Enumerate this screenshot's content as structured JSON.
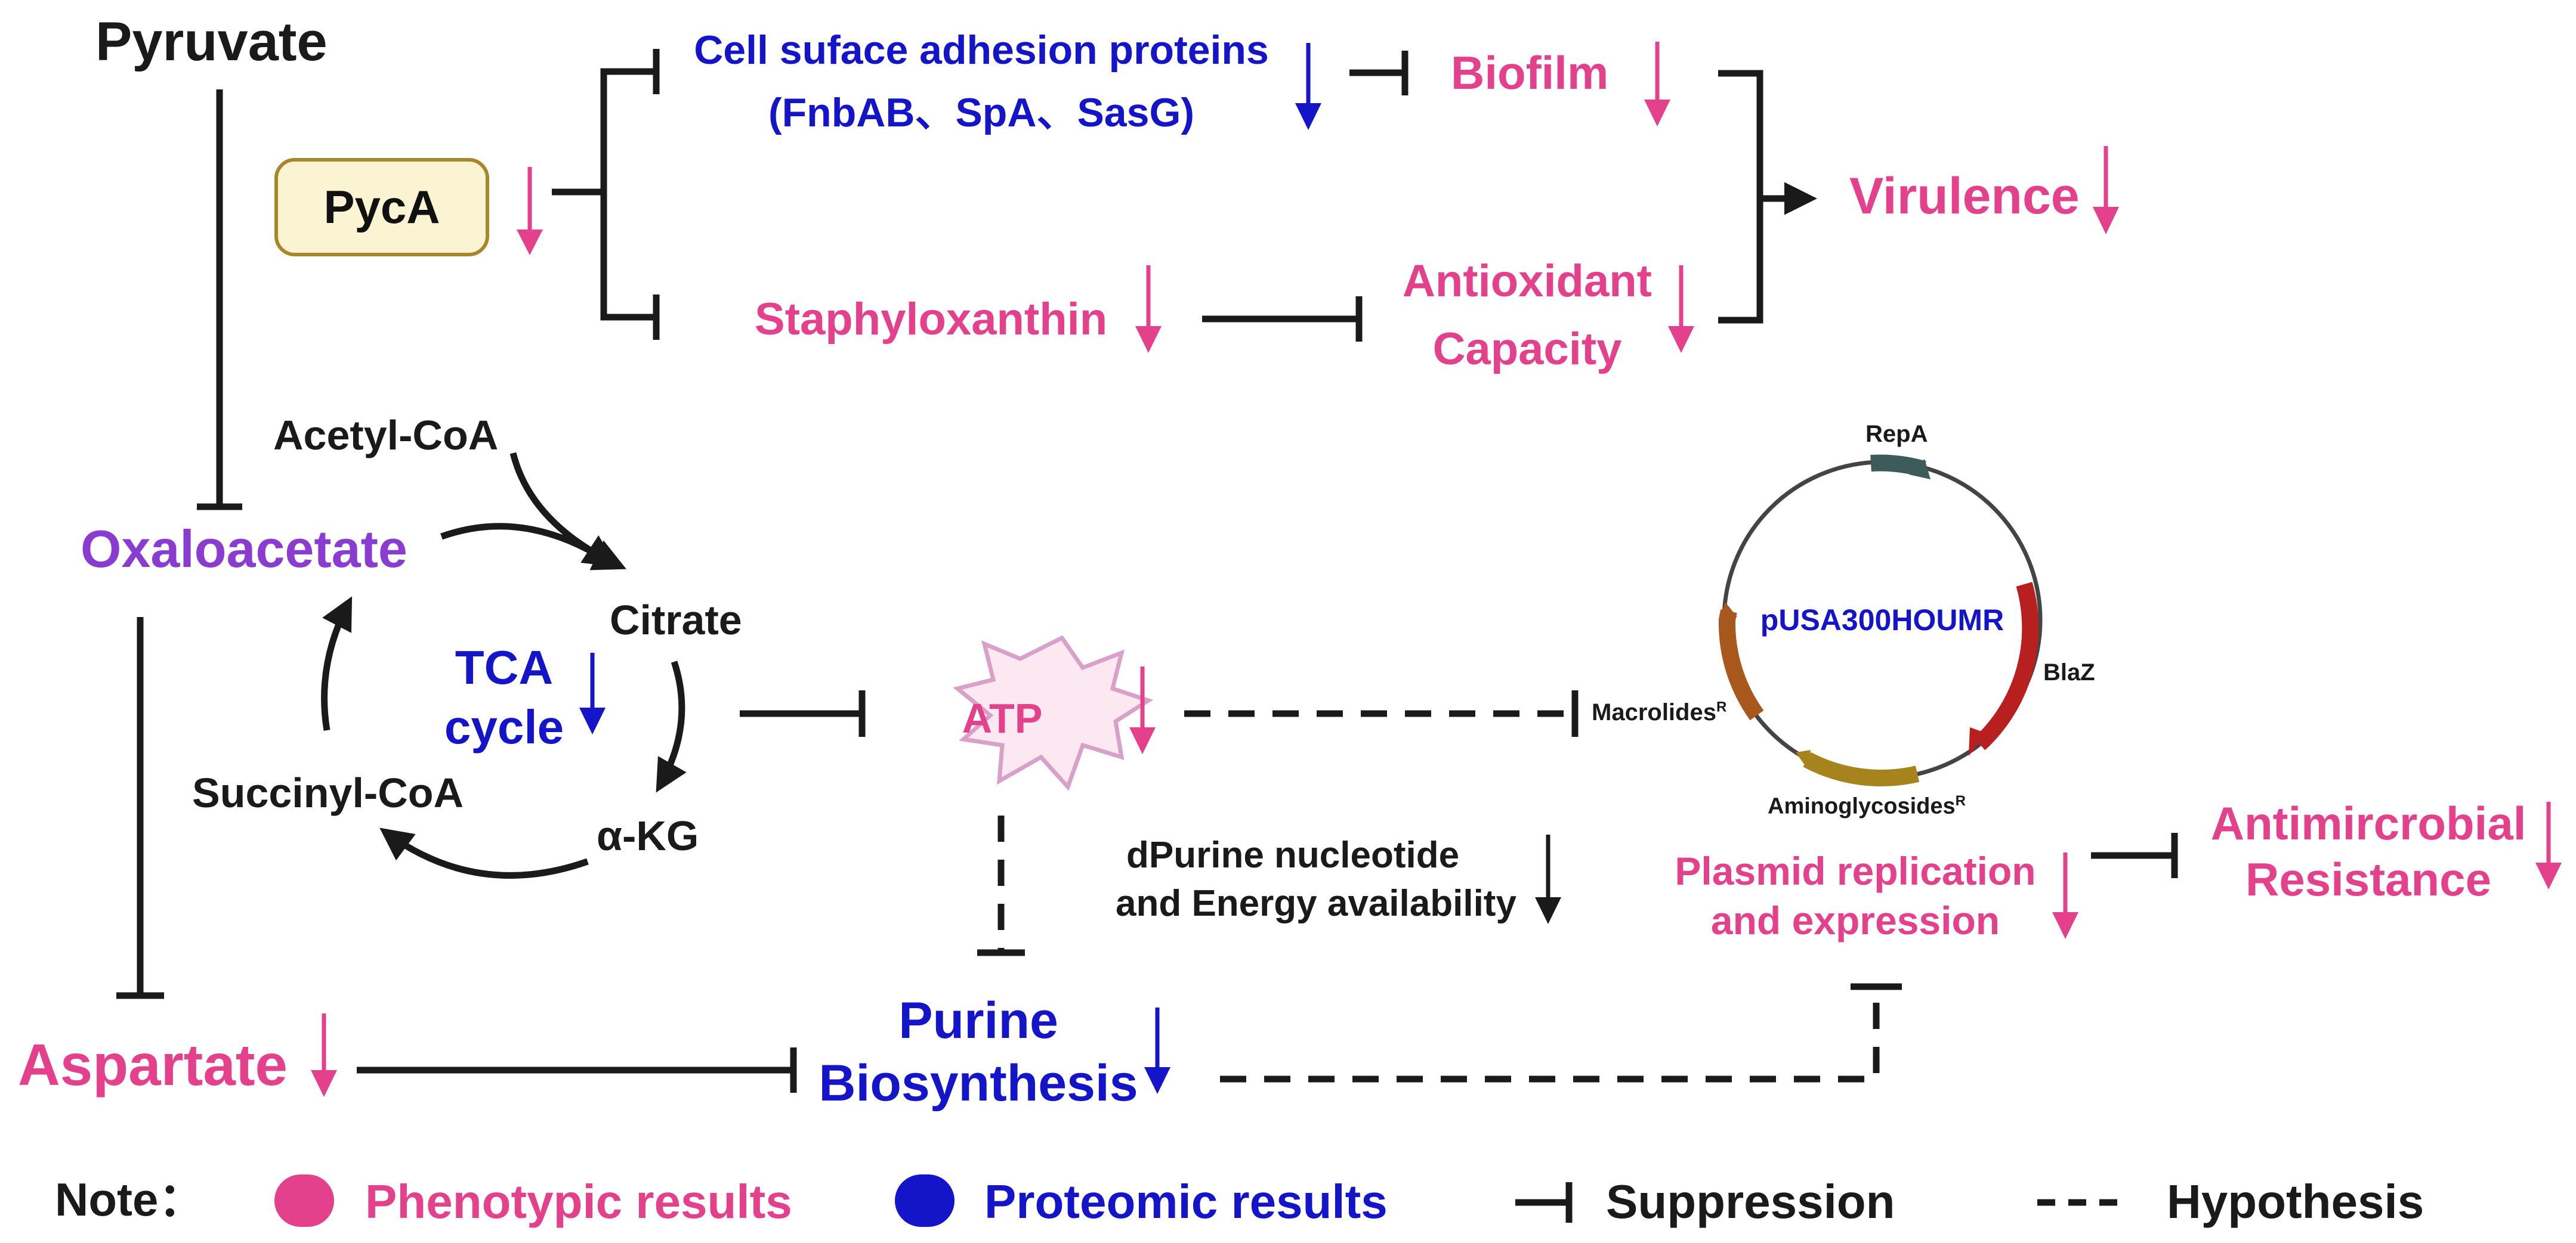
{
  "colors": {
    "phenotypic": "#E4418D",
    "proteomic": "#1414C8",
    "dark": "#1a1a1a",
    "oxaloacetate": "#8a3bd0",
    "pyca_fill": "#FAF4D2",
    "pyca_border": "#A8872C",
    "atp_fill": "#FCE8F0",
    "atp_border": "#D9A0C8",
    "repA": "#3d5b5b",
    "blaZ": "#B81F1F",
    "aminoglycosides": "#A6831C",
    "macrolides": "#A8581C"
  },
  "nodes": {
    "pyruvate": "Pyruvate",
    "pyca": "PycA",
    "adhesion_line1": "Cell suface adhesion proteins",
    "adhesion_line2": "(FnbAB、SpA、SasG)",
    "biofilm": "Biofilm",
    "virulence": "Virulence",
    "staphyloxanthin": "Staphyloxanthin",
    "antioxidant_line1": "Antioxidant",
    "antioxidant_line2": "Capacity",
    "acetyl_coa": "Acetyl-CoA",
    "oxaloacetate": "Oxaloacetate",
    "citrate": "Citrate",
    "tca_line1": "TCA",
    "tca_line2": "cycle",
    "succinyl_coa": "Succinyl-CoA",
    "akg": "α-KG",
    "atp": "ATP",
    "dpurine_line1": "dPurine nucleotide",
    "dpurine_line2": "and Energy availability",
    "aspartate": "Aspartate",
    "purine_line1": "Purine",
    "purine_line2": "Biosynthesis",
    "plasmid_rep_line1": "Plasmid replication",
    "plasmid_rep_line2": "and expression",
    "amr_line1": "Antimircrobial",
    "amr_line2": "Resistance"
  },
  "plasmid": {
    "name": "pUSA300HOUMR",
    "genes": {
      "repA": "RepA",
      "blaZ": "BlaZ",
      "aminoglycosides": "Aminoglycosides",
      "aminoglycosides_sup": "R",
      "macrolides": "Macrolides",
      "macrolides_sup": "R"
    }
  },
  "legend": {
    "note": "Note：",
    "phenotypic": "Phenotypic results",
    "proteomic": "Proteomic results",
    "suppression": "Suppression",
    "hypothesis": "Hypothesis"
  }
}
